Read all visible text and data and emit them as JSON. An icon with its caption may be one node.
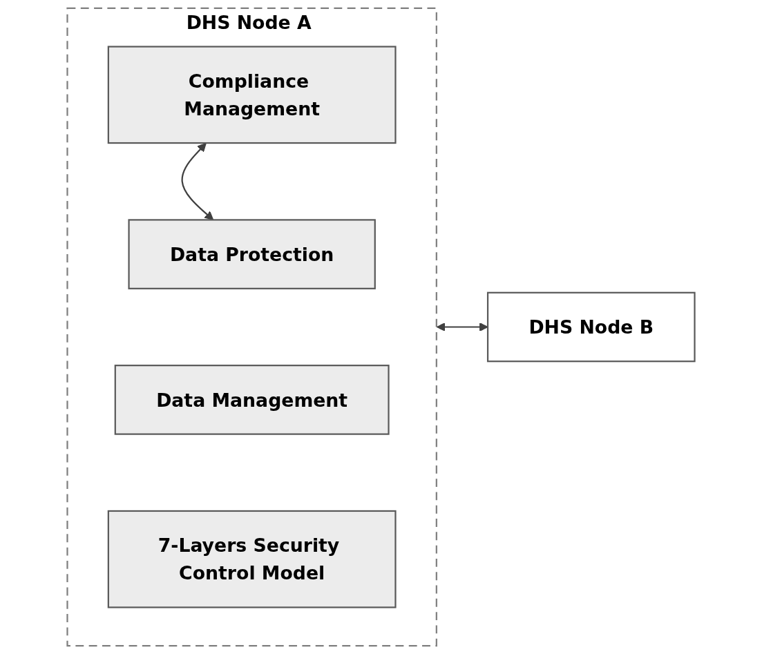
{
  "diagram": {
    "nodes": [
      {
        "text": [
          "DHS Node A"
        ]
      },
      {
        "text": [
          "Compliance Management"
        ],
        "in": 0
      },
      {
        "text": [
          "Data Protection"
        ],
        "in": 0
      },
      {
        "text": [
          "Data Management"
        ],
        "in": 0
      },
      {
        "text": [
          "7-Layers Security Control Model"
        ],
        "in": 0
      },
      {
        "text": [
          "DHS Node B"
        ]
      }
    ],
    "edges": [
      {
        "from": 1,
        "to": 2,
        "arrow": "both"
      },
      {
        "from": 0,
        "to": 5,
        "arrow": "both"
      }
    ]
  }
}
